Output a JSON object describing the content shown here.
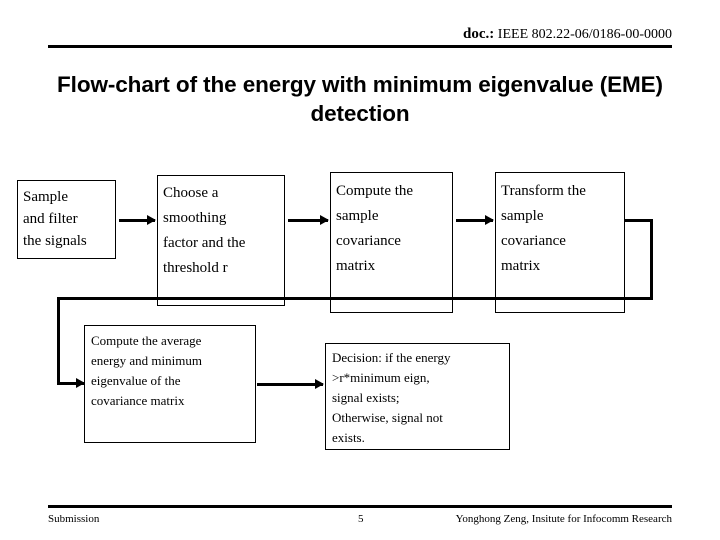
{
  "header": {
    "doc_label": "doc.:",
    "doc_number": "IEEE 802.22-06/0186-00-0000"
  },
  "title": "Flow-chart of the energy with minimum eigenvalue (EME) detection",
  "flowchart": {
    "boxes": [
      {
        "id": "sample-filter",
        "text": "Sample\nand filter\nthe signals"
      },
      {
        "id": "choose-smoothing",
        "text": "Choose a\nsmoothing\nfactor and the\nthreshold  r"
      },
      {
        "id": "compute-cov",
        "text": "Compute the\nsample\ncovariance\nmatrix"
      },
      {
        "id": "transform-cov",
        "text": "Transform the\nsample\ncovariance\nmatrix"
      },
      {
        "id": "compute-energy",
        "text": "Compute the average\nenergy  and minimum\neigenvalue   of the\ncovariance matrix"
      },
      {
        "id": "decision",
        "text": "Decision: if the energy\n>r*minimum eign,\nsignal exists;\nOtherwise, signal not\nexists."
      }
    ]
  },
  "footer": {
    "left": "Submission",
    "page_number": "5",
    "right": "Yonghong Zeng, Insitute for Infocomm Research"
  },
  "colors": {
    "ink": "#000000",
    "background": "#ffffff"
  }
}
